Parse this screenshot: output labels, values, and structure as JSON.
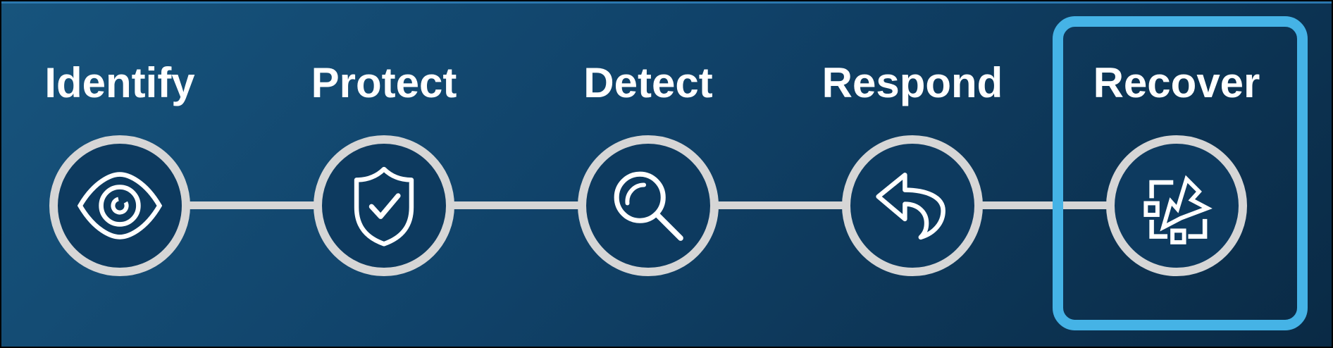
{
  "diagram": {
    "stages": [
      {
        "label": "Identify",
        "icon": "eye-icon",
        "highlighted": false
      },
      {
        "label": "Protect",
        "icon": "shield-check-icon",
        "highlighted": false
      },
      {
        "label": "Detect",
        "icon": "magnifier-icon",
        "highlighted": false
      },
      {
        "label": "Respond",
        "icon": "undo-arrow-icon",
        "highlighted": false
      },
      {
        "label": "Recover",
        "icon": "restore-box-icon",
        "highlighted": true
      }
    ]
  },
  "stages": [
    {
      "label": "Identify"
    },
    {
      "label": "Protect"
    },
    {
      "label": "Detect"
    },
    {
      "label": "Respond"
    },
    {
      "label": "Recover"
    }
  ],
  "colors": {
    "background_top_left": "#17547D",
    "background_mid": "#104269",
    "background_bottom_right": "#0A2A45",
    "top_accent": "#2B77AE",
    "border": "#000000",
    "circle_ring": "#D6D6D6",
    "circle_fill": "#0D3A5F",
    "connector": "#D6D6D6",
    "icon_stroke": "#FFFFFF",
    "label_text": "#FFFFFF",
    "highlight": "#45B3E6"
  }
}
